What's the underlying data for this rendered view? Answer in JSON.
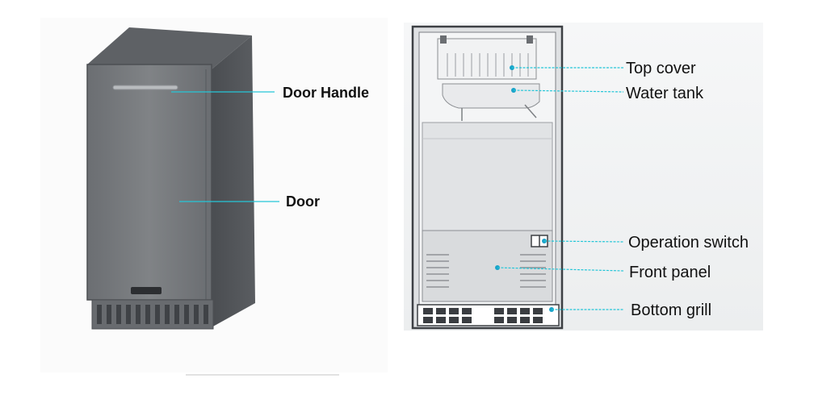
{
  "left_figure": {
    "labels": {
      "door_handle": "Door Handle",
      "door": "Door"
    }
  },
  "right_figure": {
    "labels": {
      "top_cover": "Top cover",
      "water_tank": "Water tank",
      "operation_switch": "Operation switch",
      "front_panel": "Front panel",
      "bottom_grill": "Bottom grill"
    }
  },
  "colors": {
    "leader_line": "#25c6d8",
    "dot": "#1aa3c9",
    "cabinet_dark": "#595c60",
    "cabinet_mid": "#7b7e82",
    "cabinet_side": "#4a4d51"
  }
}
